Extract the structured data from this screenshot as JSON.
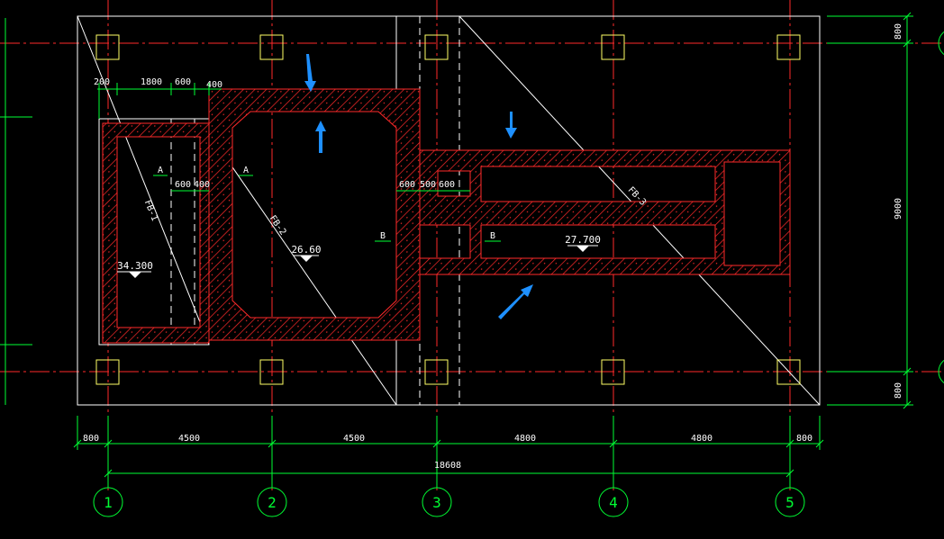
{
  "drawing": {
    "colors": {
      "background": "#000000",
      "outline": "#ffffff",
      "axis_line": "#ff2a2a",
      "wall_hatch": "#ff2a2a",
      "dimension": "#00ff33",
      "column": "#ffff66",
      "annotation_arrow": "#1e90ff"
    },
    "axes": [
      "1",
      "2",
      "3",
      "4",
      "5"
    ],
    "bottom_dimensions": {
      "spans": [
        "800",
        "4500",
        "4500",
        "4800",
        "4800",
        "800"
      ],
      "total": "18608"
    },
    "right_dimensions": {
      "top": "800",
      "middle": "9000",
      "bottom": "800"
    },
    "top_dimensions": [
      "200",
      "1800",
      "600",
      "400"
    ],
    "pit_dimensions": {
      "pit_a": [
        "600",
        "400"
      ],
      "pit_b": [
        "600",
        "500",
        "600"
      ]
    },
    "section_labels": [
      "A",
      "A",
      "B",
      "B"
    ],
    "slab_labels": [
      "FB-1",
      "FB-2",
      "FB-3"
    ],
    "elevations": [
      "34.300",
      "26.60",
      "27.700"
    ],
    "annotation_arrows": [
      "blue-arrow-top-down",
      "blue-arrow-up",
      "blue-arrow-right-down",
      "blue-arrow-diagonal"
    ]
  }
}
